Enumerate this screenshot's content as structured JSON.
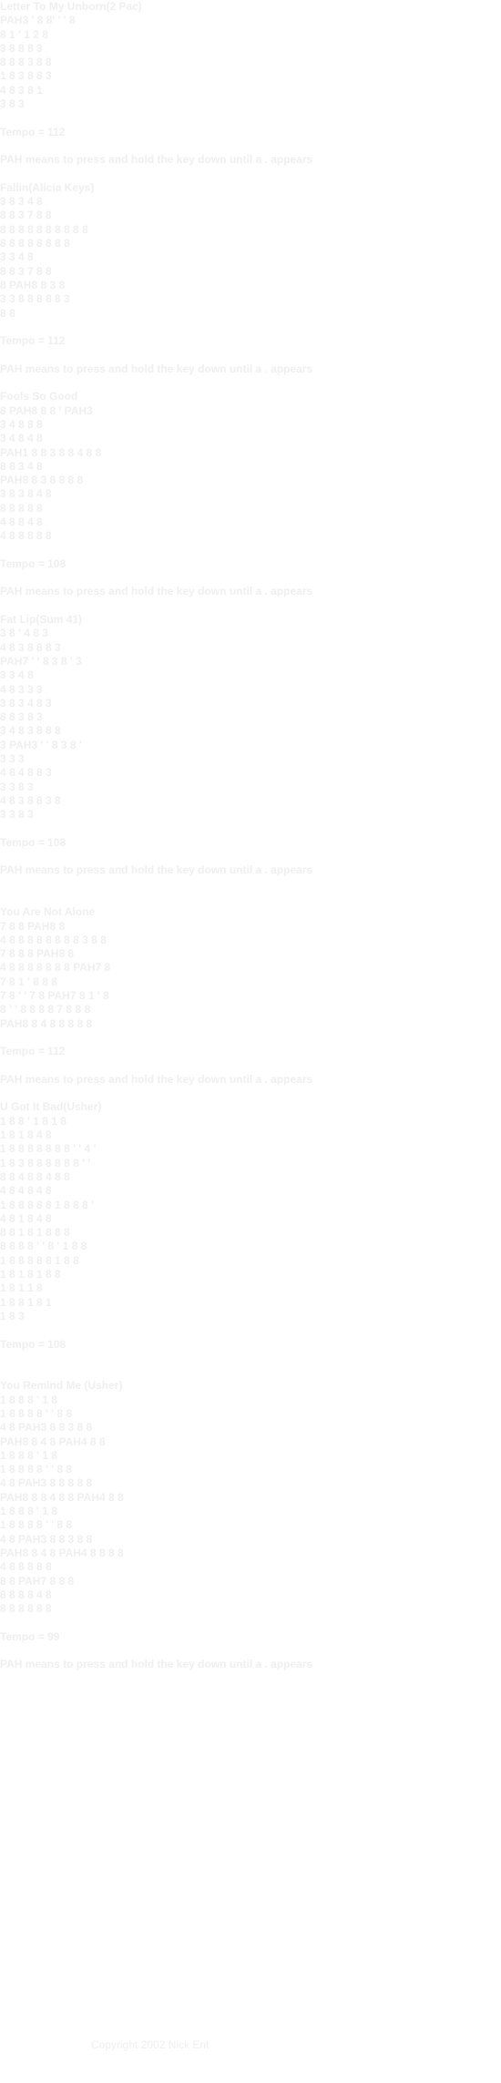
{
  "songs": [
    {
      "title": "Letter To My Unborn(2 Pac)",
      "lines": [
        "PAH3 ' 8 8' ' ' 8",
        "8 1 ' 1 2 8",
        "3 8 8 8 3",
        "8 8 8 3 8 8",
        "1 8 3 8 8 3",
        "4 8 3 8 1",
        "3 8 3"
      ],
      "tempo": "Tempo = 112",
      "note": "PAH means to press and hold the key down until a . appears"
    },
    {
      "title": "Fallin(Alicia Keys)",
      "lines": [
        "3 8 3 4 8",
        "8 8 3 7 8 8",
        "8 8 8 8 8 8 8 8 8 8",
        "8 8 8 8 8 8 8 8",
        "3 3 4 8",
        "8 8 3 7 8 8",
        "8 PAH8 8 3 8",
        "3 3 8 8 8 8 8 3",
        "8 8"
      ],
      "tempo": "Tempo = 112",
      "note": "PAH means to press and hold the key down until a . appears"
    },
    {
      "title": "Fools So Good",
      "lines": [
        "8 PAH8 8 8 ' PAH3",
        "3 4 8 8 8",
        "3 4 8 4 8",
        "PAH1 8 8 3 8 8 4 8 8",
        "8 8 3 4 8",
        "PAH8 8 3 8 8 8 8",
        "3 8 3 8 4 8",
        "8 8 8 8 8",
        "4 8 8 4 8",
        "4 8 8 8 8 8"
      ],
      "tempo": "Tempo = 108",
      "note": "PAH means to press and hold the key down until a . appears"
    },
    {
      "title": "Fat Lip(Sum 41)",
      "lines": [
        "3 8 ' 4 8 3",
        "4 8 3 8 8 8 3",
        "PAH7 ' ' 8 3 8 ' 3",
        "3 3 4 8",
        "4 8 3 3 3",
        "3 8 3 4 8 3",
        "8 8 3 8 3",
        "3 4 8 3 8 8 8",
        "3 PAH3 ' ' 8 3 8 '",
        "3 3 3",
        "4 8 4 8 8 3",
        "3 3 8 3",
        "4 8 3 8 8 3 8",
        "3 3 8 3"
      ],
      "tempo": "Tempo = 108",
      "note": "PAH means to press and hold the key down until a . appears"
    },
    {
      "title": "You Are Not Alone",
      "lines": [
        "7 8 8 PAH8 8",
        "4 8 8 8 8 8 8 8 8 3 8 8",
        "7 8 8 8 PAH8 8",
        "4 8 8 8 8 8 8 8 PAH7 8",
        "7 8 1 ' 8 8 8",
        "7 8 ' ' 7 8 PAH7 8 1 ' 8",
        "8 ' ' 8 8 8 8 7 8 8 8",
        "PAH8 8 4 8 8 8 8 8"
      ],
      "tempo": "Tempo = 112",
      "note": "PAH means to press and hold the key down until a . appears"
    },
    {
      "title": "U Got It Bad(Usher)",
      "lines": [
        "1 8 8 ' 1 8 1 8",
        "1 8 1 8 4 8",
        "1 8 8 8 8 8 8 8 ' ' 4 '",
        "1 8 3 8 8 8 8 8 8 ' '",
        "8 8 4 8 8 4 8 8",
        "4 8 4 8 4 8",
        "1 8 8 8 8 8 1 8 8 8 '",
        "4 8 1 8 4 8",
        "8 8 1 8 1 8 8 8",
        "8 8 8 8 ' ' 8 ' 1 8 8",
        "1 8 8 8 8 8 1 8 8",
        "1 8 1 8 1 8 8",
        "1 8 1 1 8",
        "1 8 8 1 8 1",
        "1 8 3"
      ],
      "tempo": "Tempo = 108",
      "note": ""
    },
    {
      "title": "You Remind Me (Usher)",
      "lines": [
        "1 8 8 8 ' 1 8",
        "1 8 8 8 8 ' ' 8 8",
        "4 8 PAH3 8 8 3 8 8",
        "PAH8 8 4 8 PAH4 8 8",
        "1 8 8 8 ' 1 8",
        "1 8 8 8 8 ' ' 8 8",
        "4 8 PAH3 8 8 8 8 8",
        "PAH8 8 8 4 8 8 PAH4 8 8",
        "1 8 8 8 ' 1 8",
        "1 8 8 8 8 ' ' 8 8",
        "4 8 PAH3 8 8 3 8 8",
        "PAH8 8 4 8 PAH4 8 8 8 8",
        "4 8 8 8 8 8",
        "8 8 PAH7 8 8 8",
        "8 8 8 8 4 8",
        "8 8 8 8 8 8"
      ],
      "tempo": "Tempo = 99",
      "note": "PAH means to press and hold the key down until a . appears"
    }
  ],
  "footer": {
    "text": "Copyright 2002 Nick Ent"
  }
}
